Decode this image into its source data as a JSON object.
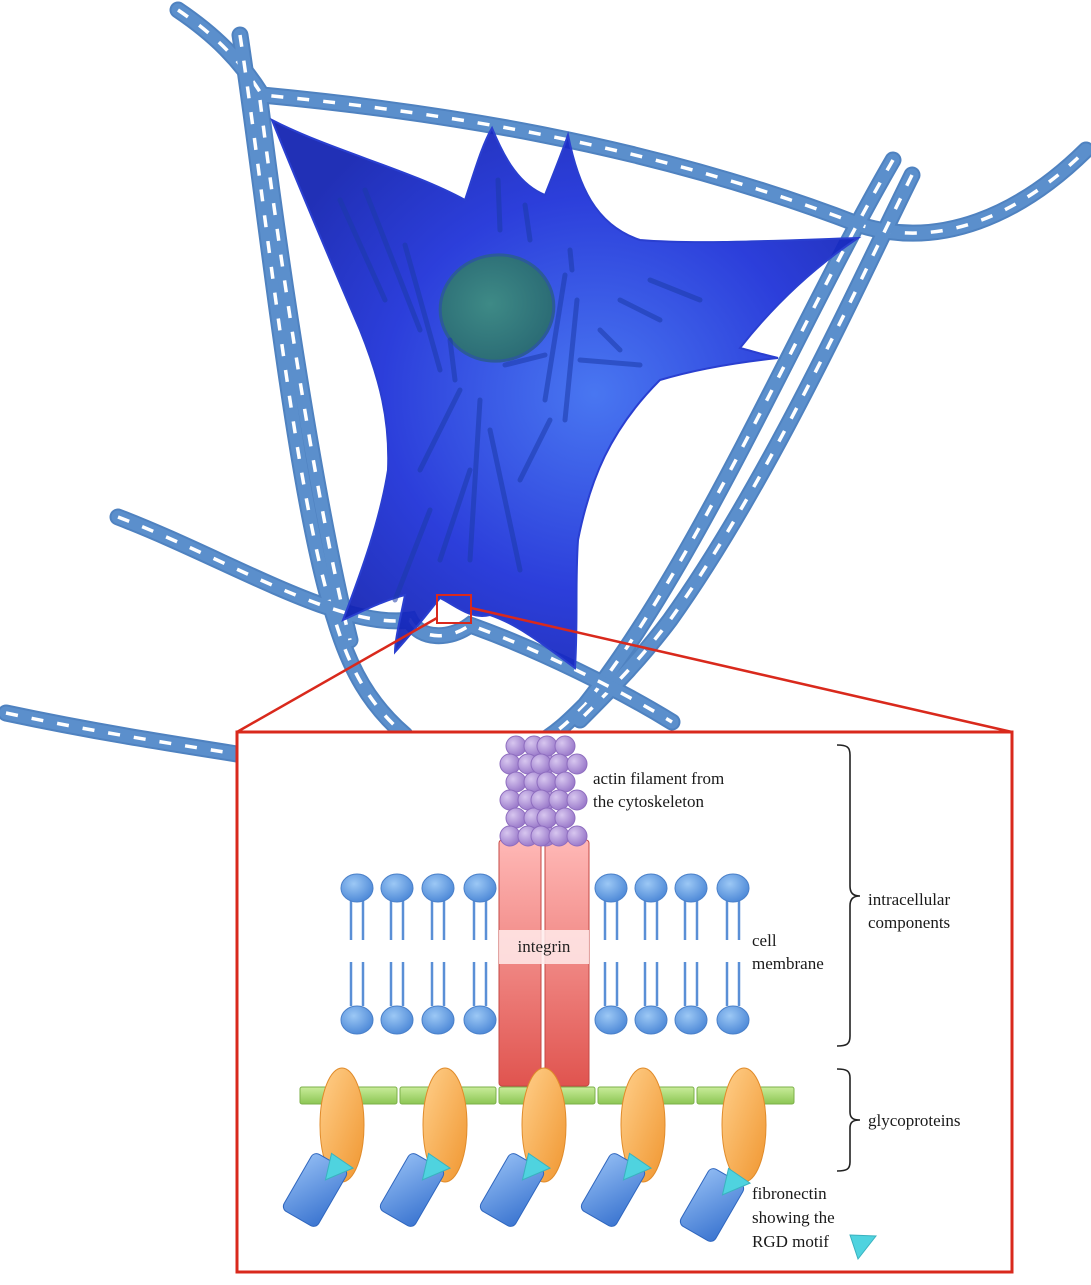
{
  "labels": {
    "actin_line1": "actin filament from",
    "actin_line2": "the cytoskeleton",
    "integrin": "integrin",
    "membrane_line1": "cell",
    "membrane_line2": "membrane",
    "intracellular_line1": "intracellular",
    "intracellular_line2": "components",
    "glycoproteins": "glycoproteins",
    "fibronectin_line1": "fibronectin",
    "fibronectin_line2": "showing the",
    "fibronectin_line3": "RGD motif"
  },
  "colors": {
    "fiber": "#5b8fcc",
    "cell_body": "#1a2fd6",
    "nucleus": "#2f7a7e",
    "zoom_frame": "#d9291c",
    "actin": "#a98bd1",
    "lipid_head": "#5c9be0",
    "integrin": "#e8706e",
    "glyco_bar": "#9fd46a",
    "glycoprotein": "#f5a54a",
    "fibronectin": "#4d87dc",
    "rgd_motif": "#4fd3df"
  }
}
